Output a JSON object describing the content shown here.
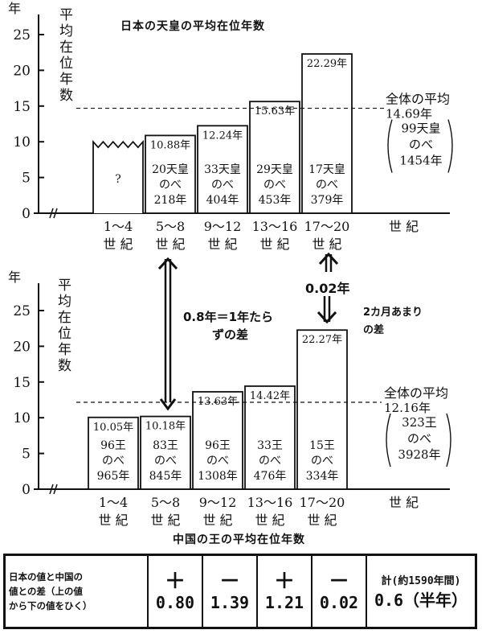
{
  "chart_data": [
    {
      "type": "bar",
      "title": "日本の天皇の平均在位年数",
      "ylabel": "平均在位年数",
      "yunit": "年",
      "ylim": [
        0,
        25
      ],
      "yticks": [
        0,
        5,
        10,
        15,
        20,
        25
      ],
      "xunit": "世 紀",
      "categories": [
        "1～4",
        "5～8",
        "9～12",
        "13～16",
        "17～20"
      ],
      "cat_suffix": "世 紀",
      "values": [
        10.0,
        10.88,
        12.24,
        15.63,
        22.29
      ],
      "value_labels": [
        "",
        "10.88年",
        "12.24年",
        "15.63年",
        "22.29年"
      ],
      "bar_notes": [
        [
          "?"
        ],
        [
          "20天皇",
          "のべ",
          "218年"
        ],
        [
          "33天皇",
          "のべ",
          "404年"
        ],
        [
          "29天皇",
          "のべ",
          "453年"
        ],
        [
          "17天皇",
          "のべ",
          "379年"
        ]
      ],
      "average": 14.69,
      "average_label": "全体の平均",
      "average_value": "14.69年",
      "average_detail": [
        "99天皇",
        "のべ",
        "1454年"
      ]
    },
    {
      "type": "bar",
      "title": "中国の王の平均在位年数",
      "ylabel": "平均在位年数",
      "yunit": "年",
      "ylim": [
        0,
        25
      ],
      "yticks": [
        0,
        5,
        10,
        15,
        20,
        25
      ],
      "xunit": "世 紀",
      "categories": [
        "1～4",
        "5～8",
        "9～12",
        "13～16",
        "17～20"
      ],
      "cat_suffix": "世 紀",
      "values": [
        10.05,
        10.18,
        13.63,
        14.42,
        22.27
      ],
      "value_labels": [
        "10.05年",
        "10.18年",
        "13.63年",
        "14.42年",
        "22.27年"
      ],
      "bar_notes": [
        [
          "96王",
          "のべ",
          "965年"
        ],
        [
          "83王",
          "のべ",
          "845年"
        ],
        [
          "96王",
          "のべ",
          "1308年"
        ],
        [
          "33王",
          "のべ",
          "476年"
        ],
        [
          "15王",
          "のべ",
          "334年"
        ]
      ],
      "average": 12.16,
      "average_label": "全体の平均",
      "average_value": "12.16年",
      "average_detail": [
        "323王",
        "のべ",
        "3928年"
      ]
    }
  ],
  "annotations": {
    "diff_5_8": [
      "0.8年＝1年たら",
      "ずの差"
    ],
    "diff_17_20_value": "0.02年",
    "diff_17_20_note": [
      "2カ月あまり",
      "の差"
    ]
  },
  "table": {
    "row_header": [
      "日本の値と中国の",
      "値との差（上の値",
      "から下の値をひく）"
    ],
    "signs": [
      "＋",
      "－",
      "＋",
      "－"
    ],
    "values": [
      "0.80",
      "1.39",
      "1.21",
      "0.02"
    ],
    "total_header": "計(約1590年間)",
    "total_value": "0.6（半年）"
  }
}
